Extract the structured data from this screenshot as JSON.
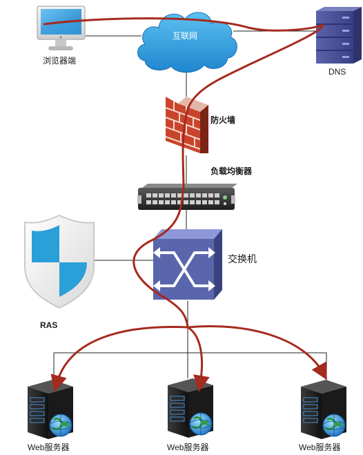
{
  "nodes": {
    "browser": "浏览器端",
    "internet": "互联网",
    "dns": "DNS",
    "firewall": "防火墙",
    "load_balancer": "负载均衡器",
    "switch": "交换机",
    "ras": "RAS",
    "web_servers": [
      "Web服务器",
      "Web服务器",
      "Web服务器"
    ]
  },
  "colors": {
    "request_path": "#a52a1f",
    "link_line": "#222222",
    "cloud": "#2a93d5",
    "switch": "#4a5a9c",
    "shield_blue": "#2a9fd8",
    "dns_server": "#4a5096",
    "firewall_brick": "#c9442b"
  }
}
